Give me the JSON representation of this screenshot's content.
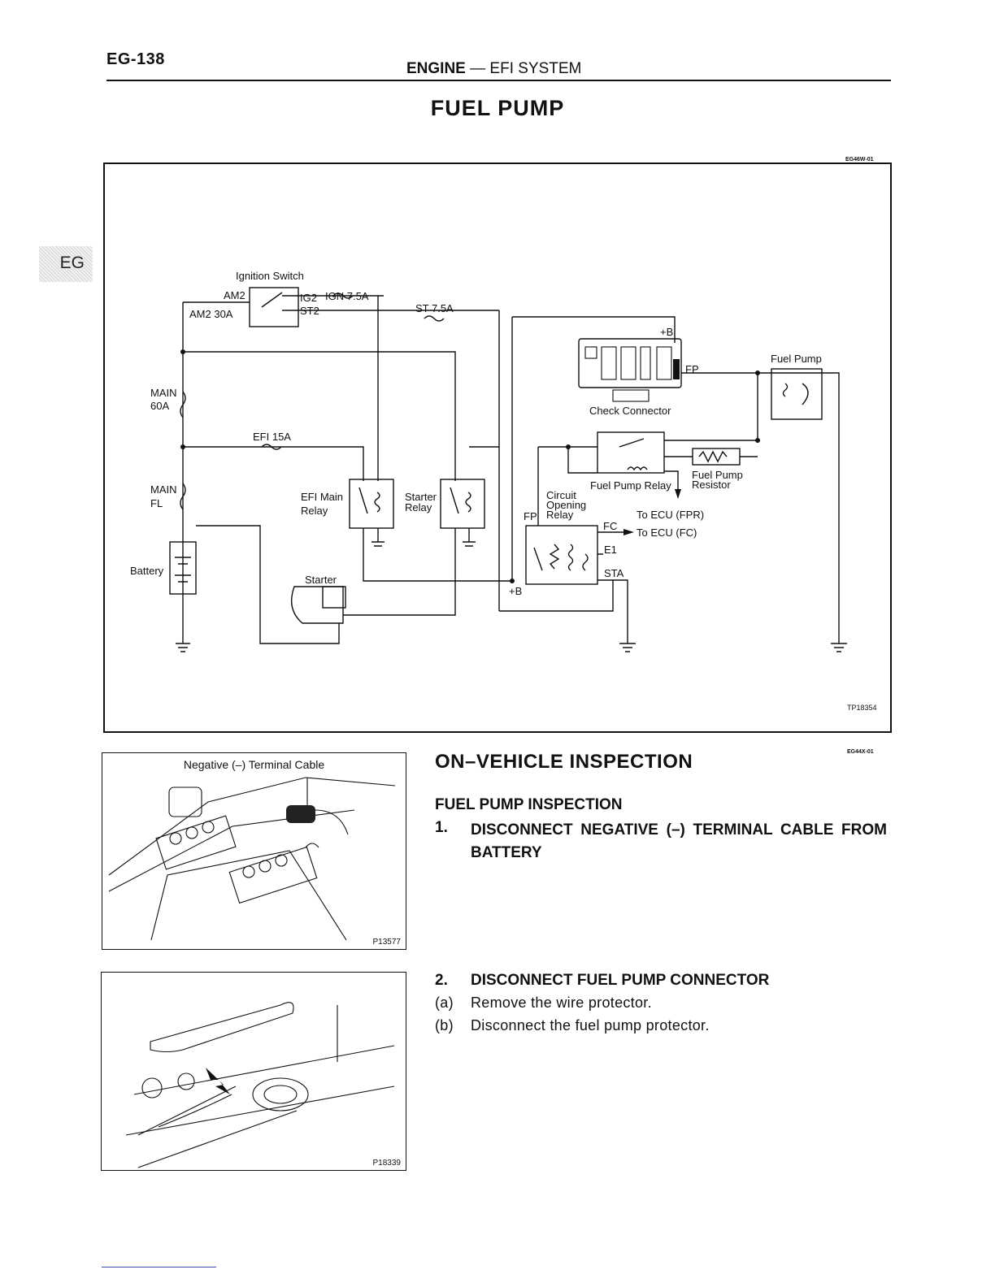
{
  "header": {
    "page_number": "EG-138",
    "section_bold": "ENGINE",
    "section_rest": " — EFI SYSTEM",
    "title": "FUEL PUMP",
    "side_tab": "EG"
  },
  "diagram": {
    "ref_code": "EG46W-01",
    "figure_code": "TP18354",
    "labels": {
      "ignition_switch": "Ignition Switch",
      "am2": "AM2",
      "am2_30a": "AM2 30A",
      "ig2": "IG2",
      "ign_7_5a": "IGN 7.5A",
      "st2": "ST2",
      "st_7_5a": "ST 7.5A",
      "main": "MAIN",
      "60a": "60A",
      "efi_15a": "EFI 15A",
      "main2": "MAIN",
      "fl": "FL",
      "battery": "Battery",
      "efi_main": "EFI Main",
      "relay1": "Relay",
      "starter_relay_1": "Starter",
      "starter_relay_2": "Relay",
      "starter": "Starter",
      "plus_b": "+B",
      "fp": "FP",
      "check_connector": "Check Connector",
      "fuel_pump": "Fuel Pump",
      "fuel_pump_relay": "Fuel Pump Relay",
      "fuel_pump_resistor_1": "Fuel Pump",
      "fuel_pump_resistor_2": "Resistor",
      "circuit": "Circuit",
      "opening": "Opening",
      "relay2": "Relay",
      "fp2": "FP",
      "fc": "FC",
      "to_ecu_fpr": "To ECU  (FPR)",
      "to_ecu_fc": "To ECU  (FC)",
      "e1": "E1",
      "sta": "STA",
      "plus_b2": "+B"
    }
  },
  "figures": [
    {
      "caption": "Negative (–) Terminal Cable",
      "code": "P13577"
    },
    {
      "caption": "",
      "code": "P18339"
    }
  ],
  "inspection": {
    "heading": "ON–VEHICLE INSPECTION",
    "ref_code": "EG44X-01",
    "subheading": "FUEL PUMP INSPECTION",
    "steps": [
      {
        "num": "1.",
        "text": "DISCONNECT NEGATIVE (–) TERMINAL CABLE FROM BATTERY"
      },
      {
        "num": "2.",
        "text": "DISCONNECT FUEL PUMP CONNECTOR"
      }
    ],
    "substeps": [
      {
        "num": "(a)",
        "text": "Remove the wire protector."
      },
      {
        "num": "(b)",
        "text": "Disconnect the fuel pump protector."
      }
    ]
  }
}
